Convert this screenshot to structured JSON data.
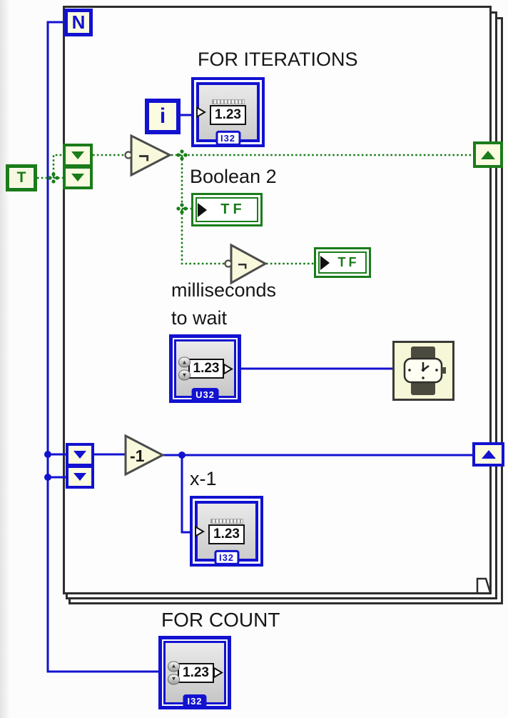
{
  "diagram": {
    "kind": "LabVIEW For Loop block diagram"
  },
  "colors": {
    "wire_blue": "#1212d0",
    "wire_green": "#1a7c1a",
    "node_fill": "#f8f8dc",
    "frame_border": "#2d2d2d",
    "terminal_panel": "#d9d9d9"
  },
  "for_loop": {
    "count_terminal_label": "N",
    "iteration_terminal_label": "i"
  },
  "labels": {
    "for_iterations": "FOR ITERATIONS",
    "boolean_2": "Boolean 2",
    "milliseconds_line1": "milliseconds",
    "milliseconds_line2": "to wait",
    "x_minus_1": "x-1",
    "for_count": "FOR COUNT"
  },
  "terminals": {
    "for_iterations_indicator": {
      "value": "1.23",
      "datatype": "I32"
    },
    "x_minus_1_indicator": {
      "value": "1.23",
      "datatype": "I32"
    },
    "milliseconds_control": {
      "value": "1.23",
      "datatype": "U32"
    },
    "for_count_control": {
      "value": "1.23",
      "datatype": "I32"
    },
    "boolean_2_indicator": {
      "label": "TF"
    },
    "boolean_3_indicator": {
      "label": "TF"
    },
    "true_constant": {
      "label": "T"
    }
  },
  "functions": {
    "not_1": {
      "glyph": "¬"
    },
    "not_2": {
      "glyph": "¬"
    },
    "decrement": {
      "label": "-1"
    },
    "wait_ms": {
      "icon": "wristwatch-icon"
    }
  },
  "spinner": {
    "up": "▲",
    "down": "▼"
  }
}
